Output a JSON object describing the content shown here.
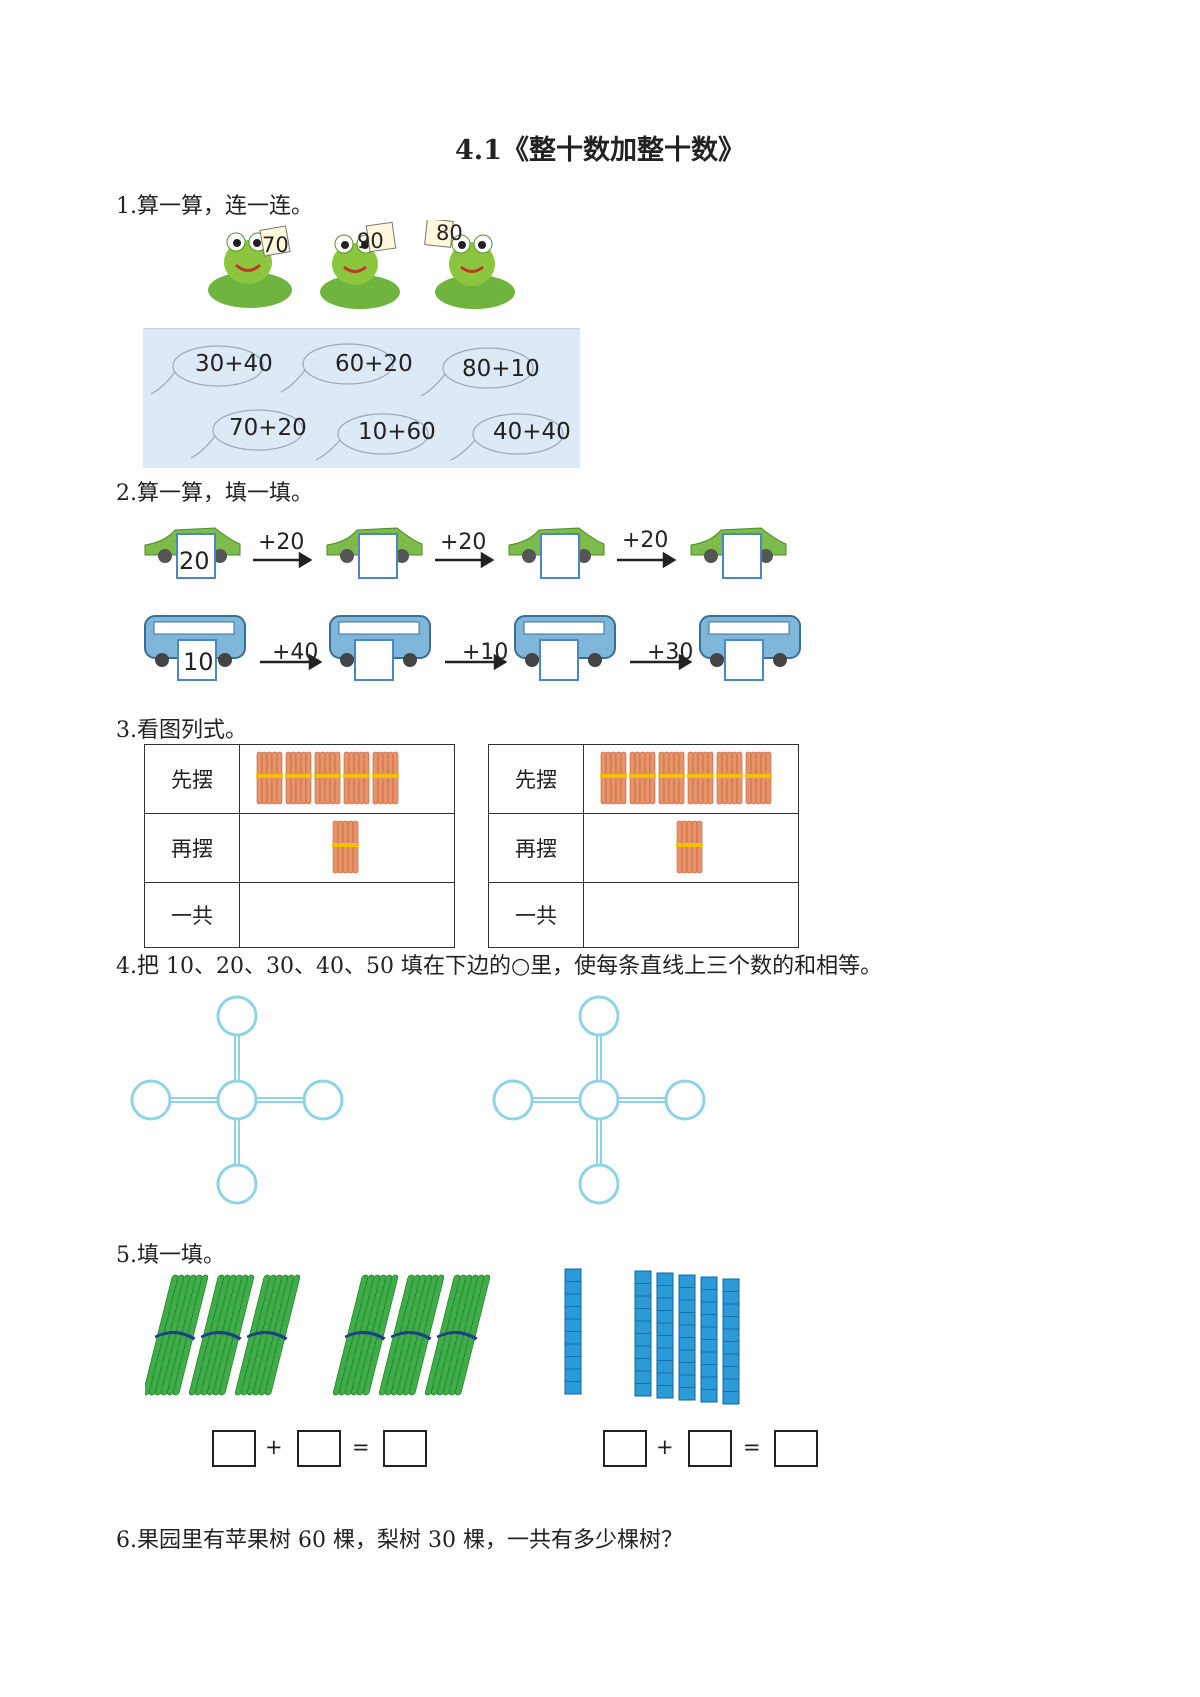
{
  "title": "4.1《整十数加整十数》",
  "q1": {
    "label": "1.算一算，连一连。",
    "frogs": [
      "70",
      "90",
      "80"
    ],
    "expressions_top": [
      "30+40",
      "60+20",
      "80+10"
    ],
    "expressions_bottom": [
      "70+20",
      "10+60",
      "40+40"
    ]
  },
  "q2": {
    "label": "2.算一算，填一填。",
    "car_start": "20",
    "car_steps": [
      "+20",
      "+20",
      "+20"
    ],
    "bus_start": "10",
    "bus_steps": [
      "+40",
      "+10",
      "+30"
    ]
  },
  "q3": {
    "label": "3.看图列式。",
    "row_labels": [
      "先摆",
      "再摆",
      "一共"
    ],
    "left_first_bundles": 5,
    "left_then_bundles": 1,
    "right_first_bundles": 6,
    "right_then_bundles": 1
  },
  "q4": {
    "label": "4.把 10、20、30、40、50 填在下边的○里，使每条直线上三个数的和相等。"
  },
  "q5": {
    "label": "5.填一填。",
    "left_groups": [
      3,
      3
    ],
    "right_rods": [
      1,
      5
    ],
    "plus": "+",
    "equals": "="
  },
  "q6": {
    "label": "6.果园里有苹果树 60 棵，梨树 30 棵，一共有多少棵树？"
  },
  "colors": {
    "pond": "#dde9f5",
    "frog": "#8cc63f",
    "car": "#7dbb4a",
    "bus": "#7fb7da",
    "stick_orange": "#e8936a",
    "band": "#f2c200",
    "stick_green": "#3fae49",
    "rod_blue": "#2a9ad8",
    "circle_line": "#8fd3e6",
    "answer_box": "#4a86c8"
  }
}
